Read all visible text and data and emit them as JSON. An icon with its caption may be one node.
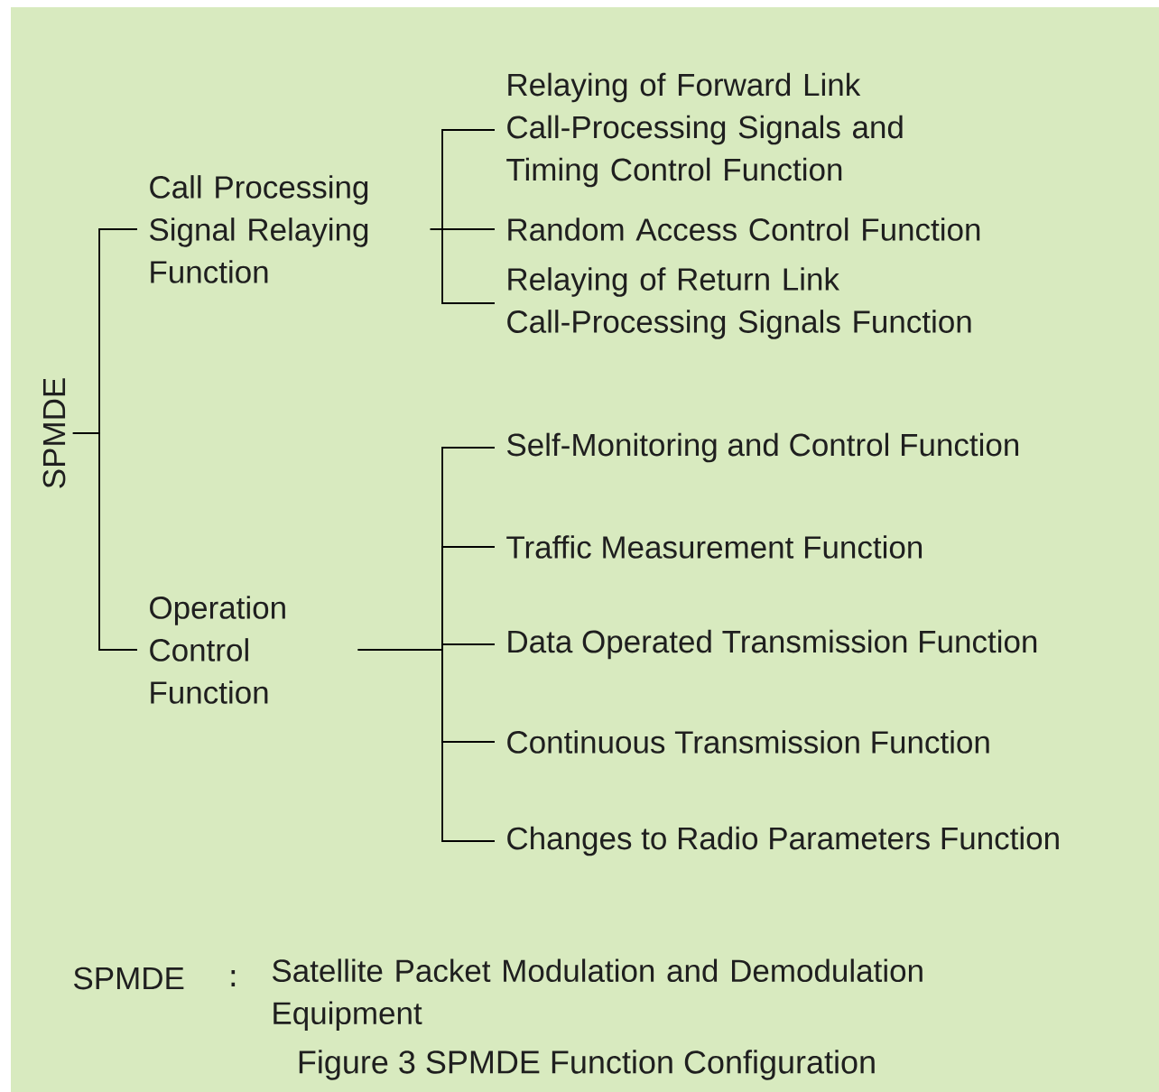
{
  "diagram": {
    "caption": "Figure 3 SPMDE Function Configuration",
    "nodes": [
      {
        "text": [
          "SPMDE"
        ]
      },
      {
        "text": [
          "Call Processing Signal Relaying Function"
        ]
      },
      {
        "text": [
          "Operation Control Function"
        ]
      },
      {
        "text": [
          "Relaying of Forward Link Call-Processing Signals and Timing Control Function"
        ]
      },
      {
        "text": [
          "Random Access Control Function"
        ]
      },
      {
        "text": [
          "Relaying of Return Link Call-Processing Signals Function"
        ]
      },
      {
        "text": [
          "Self-Monitoring and Control Function"
        ]
      },
      {
        "text": [
          "Traffic Measurement Function"
        ]
      },
      {
        "text": [
          "Data Operated Transmission Function"
        ]
      },
      {
        "text": [
          "Continuous Transmission Function"
        ]
      },
      {
        "text": [
          "Changes to Radio Parameters Function"
        ]
      }
    ],
    "edges": [
      {
        "from": 0,
        "to": 1,
        "arrow": "none"
      },
      {
        "from": 0,
        "to": 2,
        "arrow": "none"
      },
      {
        "from": 1,
        "to": 3,
        "arrow": "none"
      },
      {
        "from": 1,
        "to": 4,
        "arrow": "none"
      },
      {
        "from": 1,
        "to": 5,
        "arrow": "none"
      },
      {
        "from": 2,
        "to": 6,
        "arrow": "none"
      },
      {
        "from": 2,
        "to": 7,
        "arrow": "none"
      },
      {
        "from": 2,
        "to": 8,
        "arrow": "none"
      },
      {
        "from": 2,
        "to": 9,
        "arrow": "none"
      },
      {
        "from": 2,
        "to": 10,
        "arrow": "none"
      }
    ],
    "labels": [
      "SPMDE",
      ":",
      "Satellite Packet Modulation and Demodulation Equipment"
    ]
  }
}
